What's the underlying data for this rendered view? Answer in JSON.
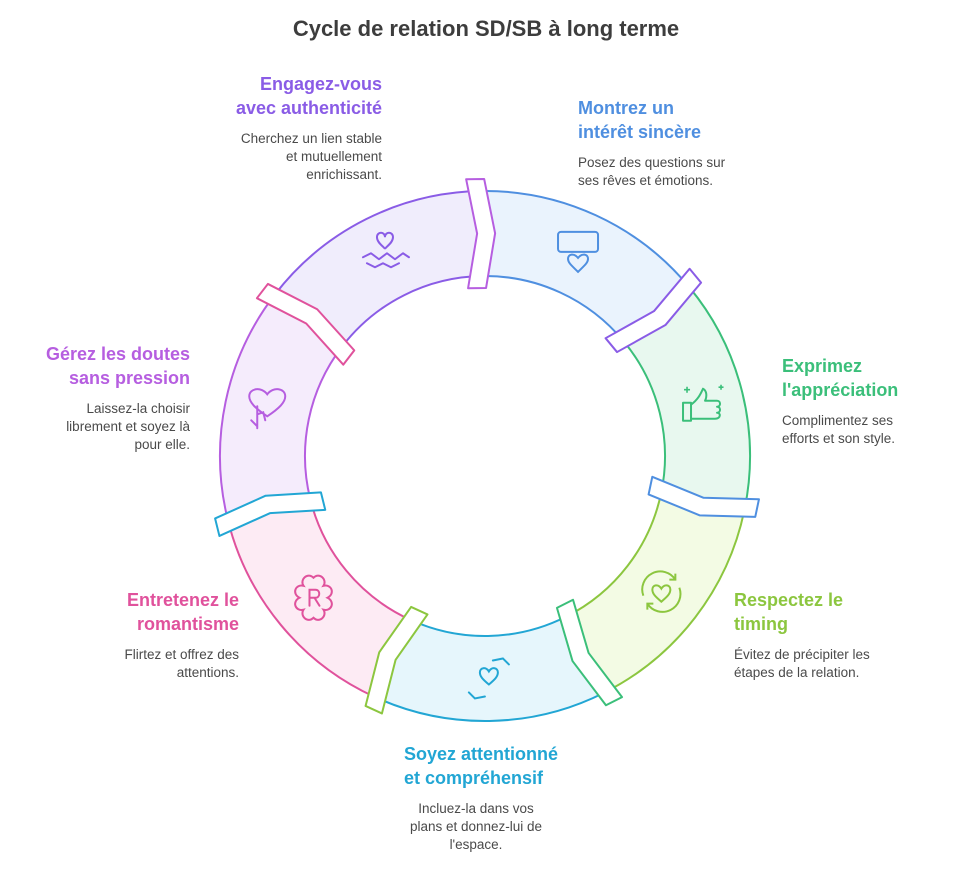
{
  "title": "Cycle de relation SD/SB à long terme",
  "steps": [
    {
      "id": "engagez",
      "color": "#8a5ce6",
      "fill": "#f0edfc",
      "icon": "handshake-heart-icon",
      "title": [
        "Engagez-vous",
        "avec authenticité"
      ],
      "desc": [
        "Cherchez un lien stable",
        "et mutuellement",
        "enrichissant."
      ]
    },
    {
      "id": "montrez",
      "color": "#4f8fe0",
      "fill": "#eaf3fd",
      "icon": "message-heart-icon",
      "title": [
        "Montrez un",
        "intérêt sincère"
      ],
      "desc": [
        "Posez des questions sur",
        "ses rêves et émotions."
      ]
    },
    {
      "id": "exprimez",
      "color": "#3bbf7a",
      "fill": "#e8f8ef",
      "icon": "thumbs-up-sparkle-icon",
      "title": [
        "Exprimez",
        "l'appréciation"
      ],
      "desc": [
        "Complimentez ses",
        "efforts et son style."
      ]
    },
    {
      "id": "respectez",
      "color": "#8cc63f",
      "fill": "#f3fbe4",
      "icon": "heart-cycle-icon",
      "title": [
        "Respectez le",
        "timing"
      ],
      "desc": [
        "Évitez de précipiter les",
        "étapes de la relation."
      ]
    },
    {
      "id": "soyez",
      "color": "#22a6d4",
      "fill": "#e6f6fc",
      "icon": "hands-heart-icon",
      "title": [
        "Soyez attentionné",
        "et compréhensif"
      ],
      "desc": [
        "Incluez-la dans vos",
        "plans et donnez-lui de",
        "l'espace."
      ]
    },
    {
      "id": "entretenez",
      "color": "#e0529c",
      "fill": "#fdebf4",
      "icon": "flower-badge-icon",
      "title": [
        "Entretenez le",
        "romantisme"
      ],
      "desc": [
        "Flirtez et offrez des",
        "attentions."
      ]
    },
    {
      "id": "gerez",
      "color": "#b65ee0",
      "fill": "#f5ecfc",
      "icon": "hand-heart-icon",
      "title": [
        "Gérez les doutes",
        "sans pression"
      ],
      "desc": [
        "Laissez-la choisir",
        "librement et soyez là",
        "pour elle."
      ]
    }
  ]
}
